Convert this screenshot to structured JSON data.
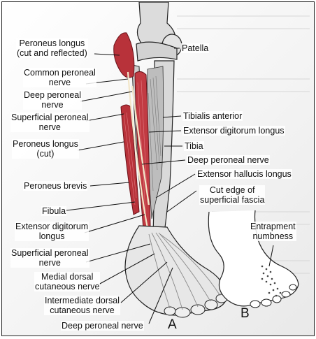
{
  "panel_a_labels": {
    "peroneus_longus_reflected": "Peroneus longus\n(cut and reflected)",
    "common_peroneal_nerve": "Common peroneal\nnerve",
    "deep_peroneal_nerve_upper": "Deep peroneal\nnerve",
    "superficial_peroneal_nerve_upper": "Superficial peroneal\nnerve",
    "peroneus_longus_cut": "Peroneus longus\n(cut)",
    "peroneus_brevis": "Peroneus brevis",
    "fibula": "Fibula",
    "extensor_digitorum_longus_lower": "Extensor digitorum\nlongus",
    "superficial_peroneal_nerve_lower": "Superficial peroneal\nnerve",
    "medial_dorsal_cutaneous_nerve": "Medial dorsal\ncutaneous nerve",
    "intermediate_dorsal_cutaneous_nerve": "Intermediate dorsal\ncutaneous nerve",
    "deep_peroneal_nerve_lower": "Deep peroneal nerve",
    "patella": "Patella",
    "tibialis_anterior": "Tibialis anterior",
    "extensor_digitorum_longus": "Extensor digitorum longus",
    "tibia": "Tibia",
    "deep_peroneal_nerve_right": "Deep peroneal nerve",
    "extensor_hallucis_longus": "Extensor hallucis longus",
    "cut_edge_superficial_fascia": "Cut edge of\nsuperficial fascia"
  },
  "panel_b_labels": {
    "entrapment_numbness": "Entrapment\nnumbness"
  },
  "panel_letters": {
    "a": "A",
    "b": "B"
  },
  "colors": {
    "muscle": "#b8323a",
    "muscle_dark": "#8c1f27",
    "bone": "#d8d8d8",
    "line": "#111111"
  }
}
